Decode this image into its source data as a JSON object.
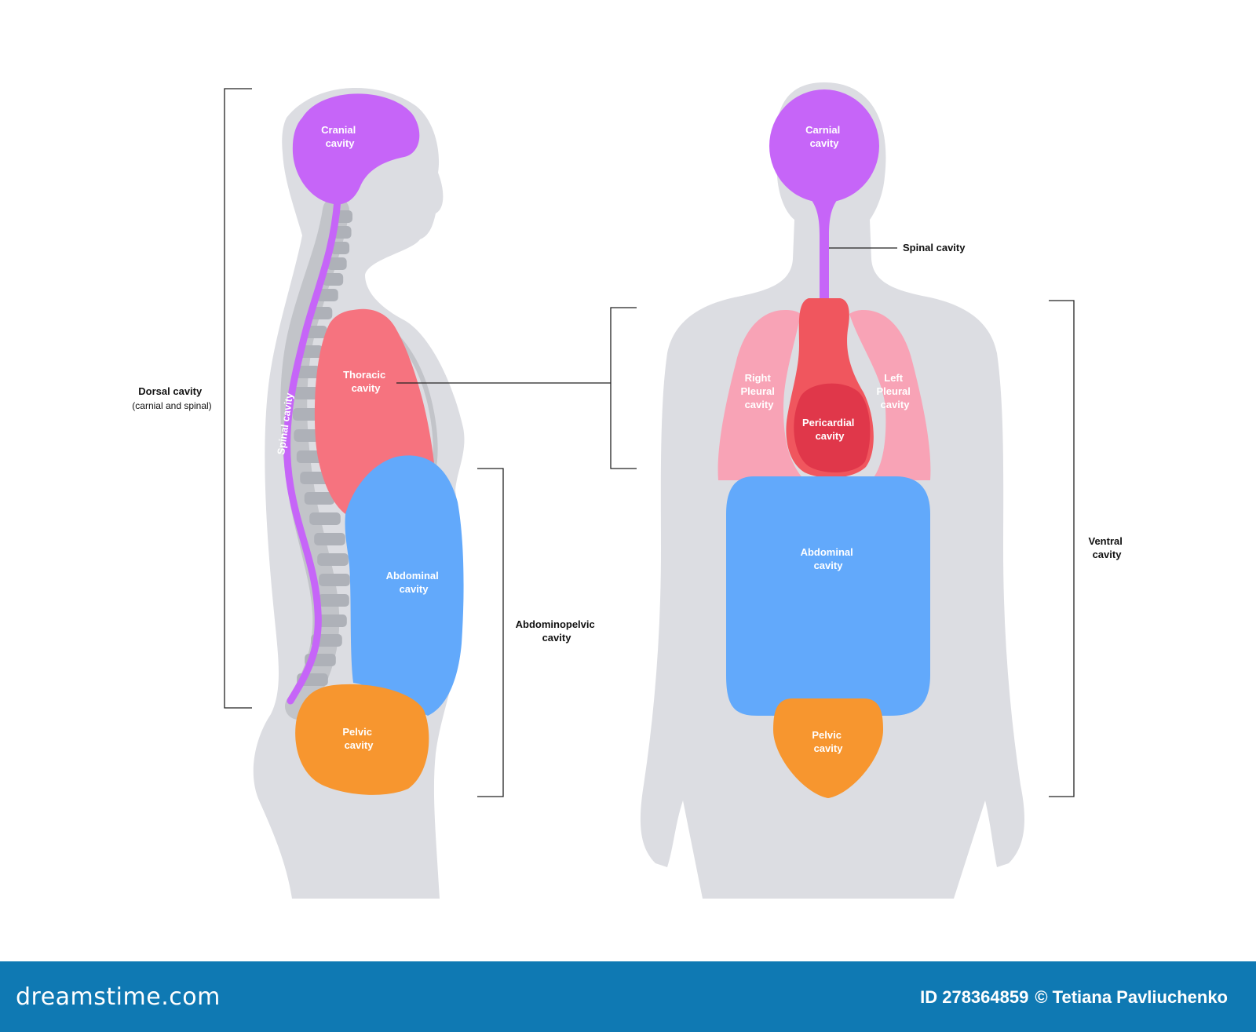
{
  "colors": {
    "silhouette": "#dcdde2",
    "spine": "#c2c4c9",
    "cranial": "#c665f8",
    "thoracic": "#f6737f",
    "abdominal": "#62a9fb",
    "pelvic": "#f7962f",
    "pleural": "#f8a3b6",
    "mediastinum": "#f0565e",
    "pericardial": "#e0374a",
    "footer": "#0f79b3"
  },
  "side_view": {
    "cranial": [
      "Cranial",
      "cavity"
    ],
    "thoracic": [
      "Thoracic",
      "cavity"
    ],
    "abdominal": [
      "Abdominal",
      "cavity"
    ],
    "pelvic": [
      "Pelvic",
      "cavity"
    ],
    "spinal": "Spinal cavity"
  },
  "front_view": {
    "cranial": [
      "Carnial",
      "cavity"
    ],
    "spinal": "Spinal cavity",
    "right_pleural": [
      "Right",
      "Pleural",
      "cavity"
    ],
    "left_pleural": [
      "Left",
      "Pleural",
      "cavity"
    ],
    "pericardial": [
      "Pericardial",
      "cavity"
    ],
    "abdominal": [
      "Abdominal",
      "cavity"
    ],
    "pelvic": [
      "Pelvic",
      "cavity"
    ]
  },
  "brackets": {
    "dorsal": {
      "title": "Dorsal cavity",
      "subtitle": "(carnial and spinal)"
    },
    "abdominopelvic": [
      "Abdominopelvic",
      "cavity"
    ],
    "ventral": [
      "Ventral",
      "cavity"
    ]
  },
  "footer": {
    "logo": "dreamstime.com",
    "id_text": "ID 278364859",
    "credit": "© Tetiana Pavliuchenko"
  }
}
